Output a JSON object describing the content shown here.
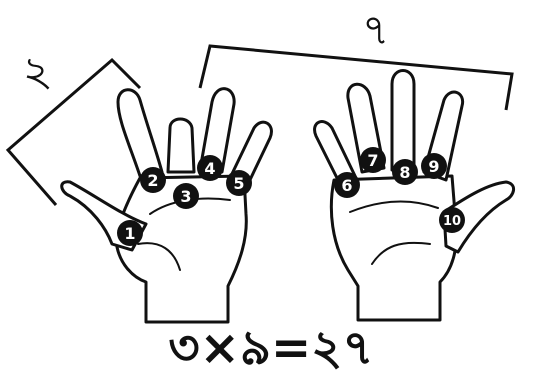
{
  "left_bracket_label": "২",
  "right_bracket_label": "৭",
  "equation": "৩×৯=২৭",
  "finger_markers": [
    "1",
    "2",
    "3",
    "4",
    "5",
    "6",
    "7",
    "8",
    "9",
    "10"
  ],
  "colors": {
    "ink": "#111111",
    "skin": "#ffffff",
    "paper": "#ffffff"
  }
}
